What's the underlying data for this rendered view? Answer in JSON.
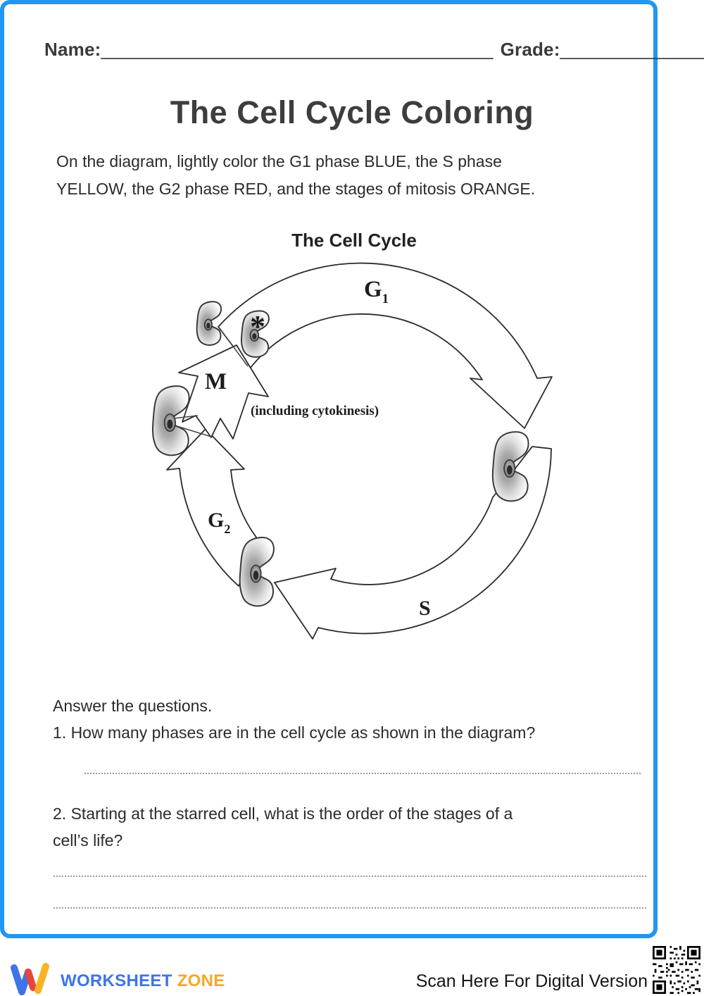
{
  "page": {
    "background": "#ffffff",
    "border_color": "#2196f3"
  },
  "header": {
    "name_label": "Name:",
    "name_line": "______________________________________",
    "grade_label": "Grade:",
    "grade_line": "______________"
  },
  "title": "The Cell Cycle Coloring",
  "instructions": {
    "line1": "On the diagram, lightly color the G1 phase BLUE, the S phase",
    "line2": "YELLOW, the G2 phase RED, and the stages of mitosis ORANGE."
  },
  "diagram": {
    "heading": "The Cell Cycle",
    "labels": {
      "g1": "G",
      "g1_sub": "1",
      "s": "S",
      "g2": "G",
      "g2_sub": "2",
      "m": "M",
      "m_note": "(including cytokinesis)",
      "star": "*"
    }
  },
  "questions": {
    "heading": "Answer the questions.",
    "q1": "1. How many phases are in the cell cycle as shown in the diagram?",
    "q2_line1": "2. Starting at the starred cell, what is the order of the stages of a",
    "q2_line2": "cell’s life?"
  },
  "footer": {
    "brand_worksheet": "WORKSHEET",
    "brand_zone": "ZONE",
    "scan_text": "Scan Here For Digital Version"
  },
  "colors": {
    "frame_blue": "#2196f3",
    "brand_blue": "#3e74e8",
    "brand_red": "#e8453c",
    "brand_yellow": "#f7b322",
    "brand_orange": "#f7a823",
    "diagram_ink": "#2b2b2b"
  }
}
